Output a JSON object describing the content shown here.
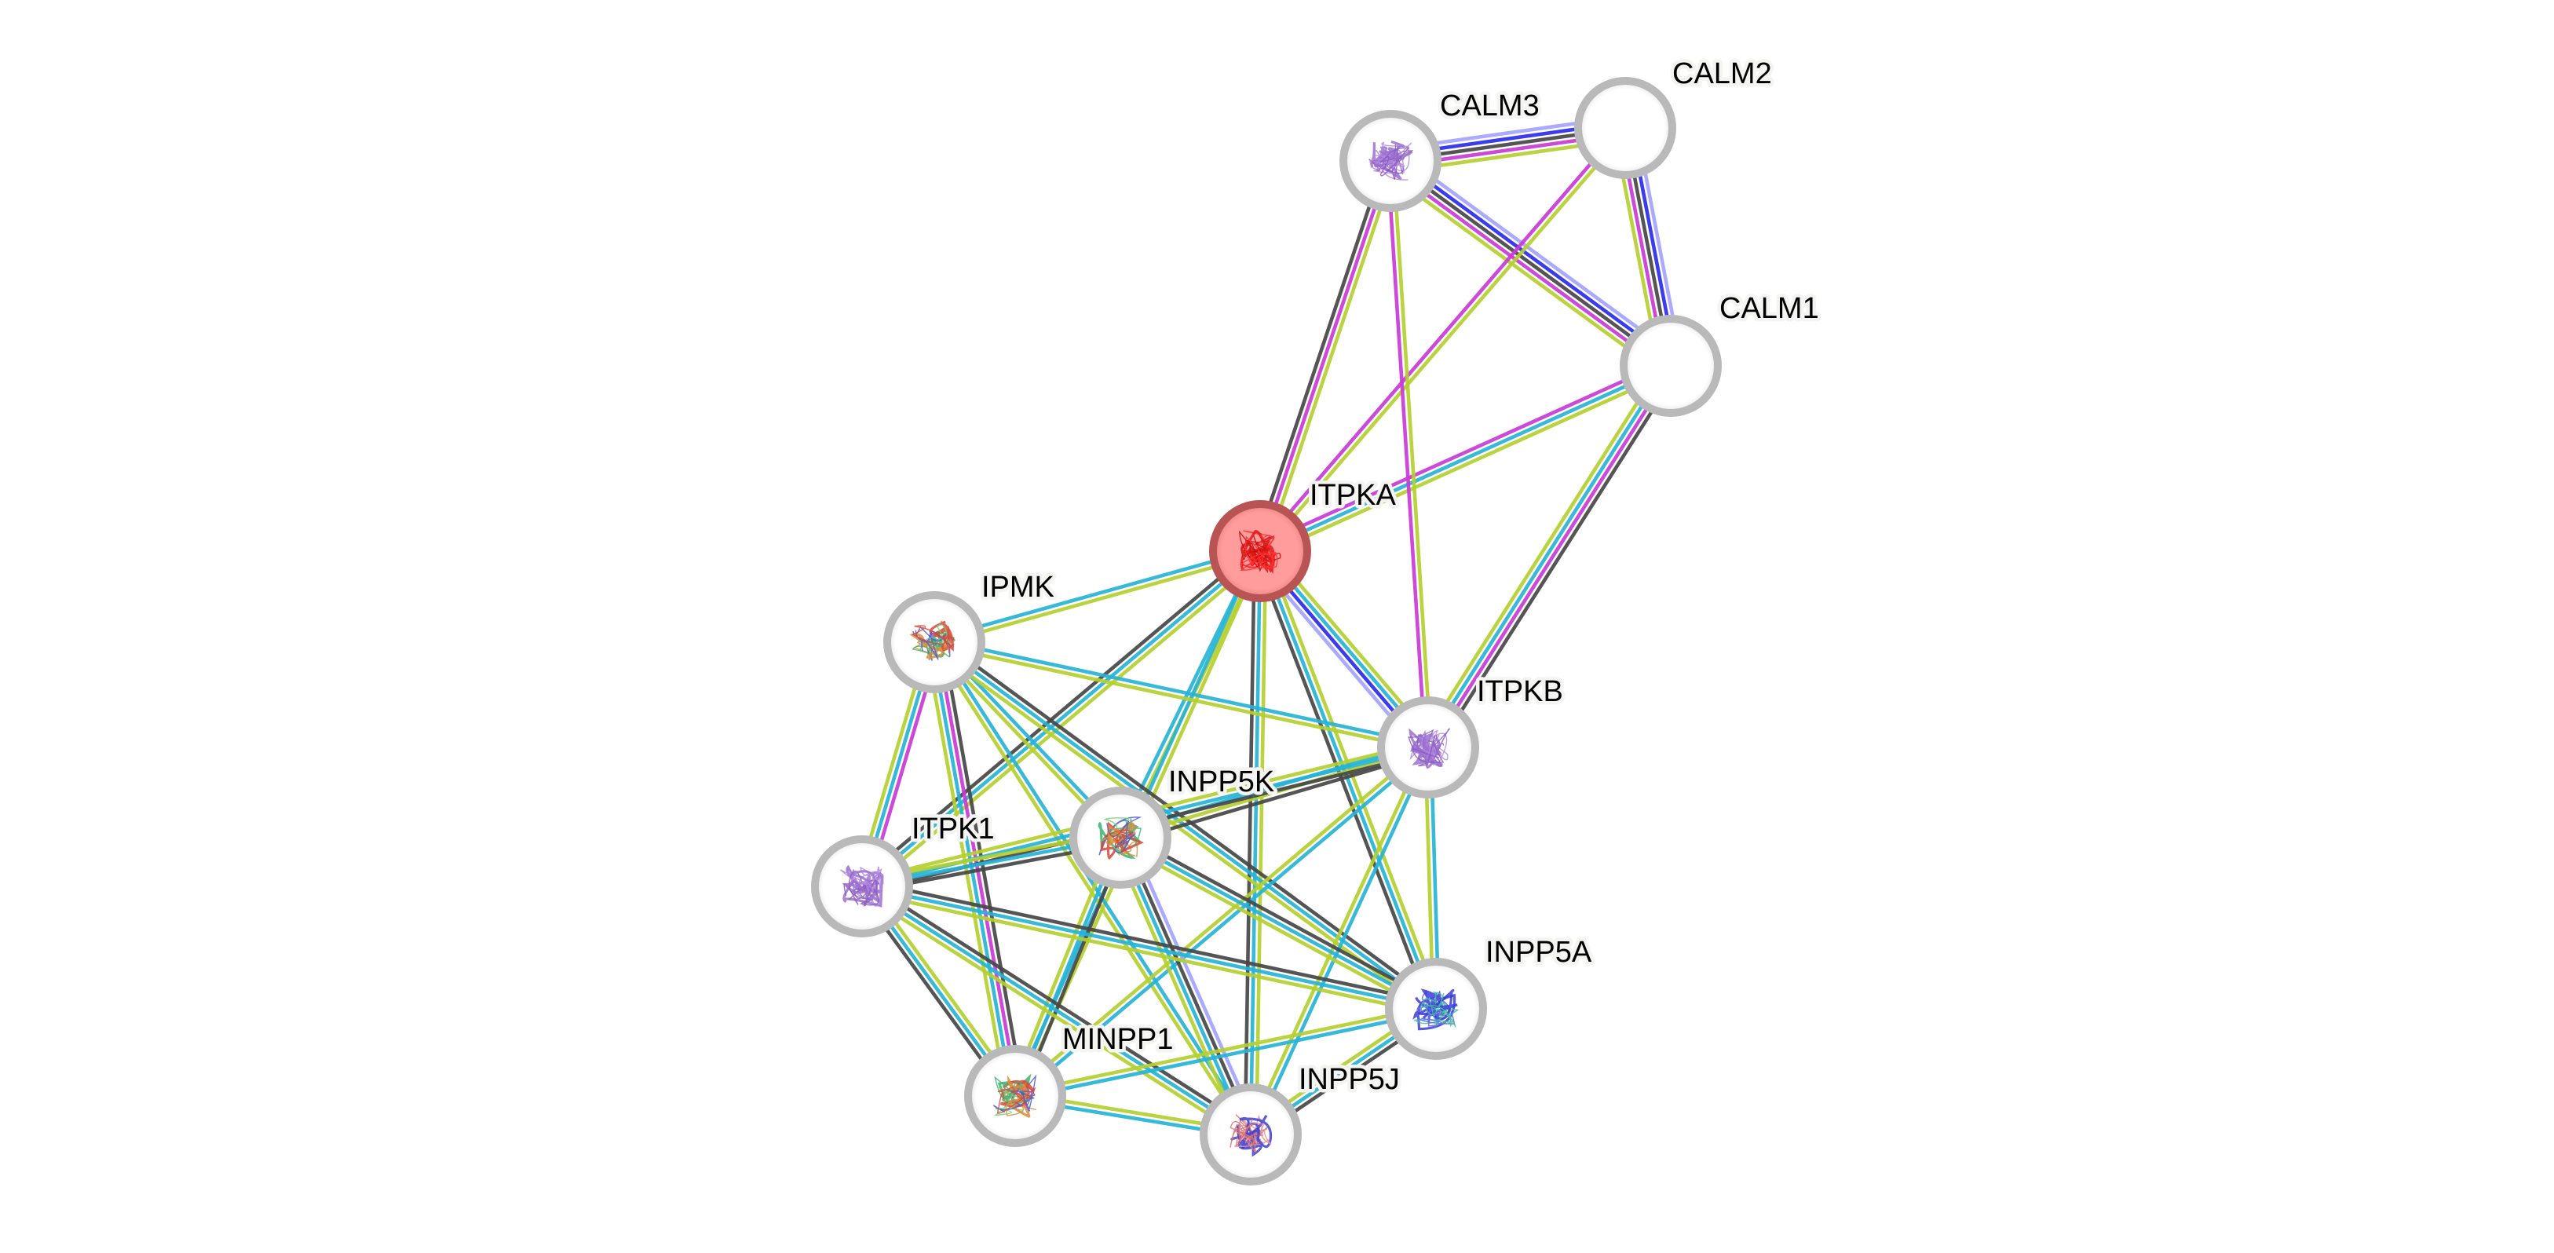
{
  "diagram": {
    "type": "protein-interaction-network",
    "query_protein": "ITPKA",
    "colors": {
      "background": "#ffffff",
      "node_ring": "#b9b9b9",
      "node_fill": "#ffffff",
      "query_node_fill": "#ff9c9c",
      "query_node_ring": "#b85454",
      "label_halo": "#f4f4f0",
      "label_text": "#000000"
    },
    "evidence_colors": {
      "textmining": "#b4cf2e",
      "database": "#26b3d6",
      "experiments": "#c93ad6",
      "coexpression": "#464646",
      "cooccurrence": "#2a2aee",
      "homology": "#a3a3ff"
    },
    "nodes": [
      {
        "id": "ITPKA",
        "label": "ITPKA",
        "query": true,
        "structure_icon": "protein-structure-red"
      },
      {
        "id": "CALM3",
        "label": "CALM3",
        "query": false,
        "structure_icon": "protein-structure-purple"
      },
      {
        "id": "CALM2",
        "label": "CALM2",
        "query": false,
        "structure_icon": "none"
      },
      {
        "id": "CALM1",
        "label": "CALM1",
        "query": false,
        "structure_icon": "none"
      },
      {
        "id": "IPMK",
        "label": "IPMK",
        "query": false,
        "structure_icon": "protein-structure-rainbow"
      },
      {
        "id": "ITPKB",
        "label": "ITPKB",
        "query": false,
        "structure_icon": "protein-structure-purple"
      },
      {
        "id": "INPP5K",
        "label": "INPP5K",
        "query": false,
        "structure_icon": "protein-structure-rainbow"
      },
      {
        "id": "ITPK1",
        "label": "ITPK1",
        "query": false,
        "structure_icon": "protein-structure-purple"
      },
      {
        "id": "INPP5A",
        "label": "INPP5A",
        "query": false,
        "structure_icon": "protein-structure-blue"
      },
      {
        "id": "MINPP1",
        "label": "MINPP1",
        "query": false,
        "structure_icon": "protein-structure-rainbow"
      },
      {
        "id": "INPP5J",
        "label": "INPP5J",
        "query": false,
        "structure_icon": "protein-structure-blue-red"
      }
    ],
    "edges": [
      {
        "source": "CALM3",
        "target": "CALM2",
        "evidence": [
          "homology",
          "cooccurrence",
          "coexpression",
          "experiments",
          "textmining"
        ]
      },
      {
        "source": "CALM3",
        "target": "CALM1",
        "evidence": [
          "homology",
          "cooccurrence",
          "coexpression",
          "experiments",
          "textmining"
        ]
      },
      {
        "source": "CALM2",
        "target": "CALM1",
        "evidence": [
          "homology",
          "cooccurrence",
          "coexpression",
          "experiments",
          "textmining"
        ]
      },
      {
        "source": "ITPKA",
        "target": "CALM3",
        "evidence": [
          "coexpression",
          "experiments",
          "textmining"
        ]
      },
      {
        "source": "ITPKA",
        "target": "CALM2",
        "evidence": [
          "experiments",
          "textmining"
        ]
      },
      {
        "source": "ITPKA",
        "target": "CALM1",
        "evidence": [
          "experiments",
          "database",
          "textmining"
        ]
      },
      {
        "source": "CALM3",
        "target": "ITPKB",
        "evidence": [
          "textmining",
          "experiments"
        ]
      },
      {
        "source": "CALM1",
        "target": "ITPKB",
        "evidence": [
          "coexpression",
          "experiments",
          "database",
          "textmining"
        ]
      },
      {
        "source": "ITPKA",
        "target": "ITPKB",
        "evidence": [
          "textmining",
          "database",
          "cooccurrence",
          "homology"
        ]
      },
      {
        "source": "ITPKA",
        "target": "IPMK",
        "evidence": [
          "textmining",
          "database"
        ]
      },
      {
        "source": "ITPKA",
        "target": "ITPK1",
        "evidence": [
          "textmining",
          "database",
          "coexpression"
        ]
      },
      {
        "source": "ITPKA",
        "target": "INPP5K",
        "evidence": [
          "textmining",
          "database"
        ]
      },
      {
        "source": "ITPKA",
        "target": "MINPP1",
        "evidence": [
          "textmining",
          "database"
        ]
      },
      {
        "source": "ITPKA",
        "target": "INPP5J",
        "evidence": [
          "textmining",
          "database",
          "coexpression"
        ]
      },
      {
        "source": "ITPKA",
        "target": "INPP5A",
        "evidence": [
          "textmining",
          "database",
          "coexpression"
        ]
      },
      {
        "source": "IPMK",
        "target": "ITPKB",
        "evidence": [
          "database",
          "textmining"
        ]
      },
      {
        "source": "IPMK",
        "target": "ITPK1",
        "evidence": [
          "experiments",
          "database",
          "textmining"
        ]
      },
      {
        "source": "IPMK",
        "target": "MINPP1",
        "evidence": [
          "coexpression",
          "experiments",
          "database",
          "textmining"
        ]
      },
      {
        "source": "IPMK",
        "target": "INPP5K",
        "evidence": [
          "database",
          "textmining"
        ]
      },
      {
        "source": "IPMK",
        "target": "INPP5A",
        "evidence": [
          "coexpression",
          "database",
          "textmining"
        ]
      },
      {
        "source": "IPMK",
        "target": "INPP5J",
        "evidence": [
          "database",
          "textmining"
        ]
      },
      {
        "source": "ITPKB",
        "target": "INPP5K",
        "evidence": [
          "coexpression",
          "textmining",
          "database"
        ]
      },
      {
        "source": "ITPKB",
        "target": "ITPK1",
        "evidence": [
          "coexpression",
          "database",
          "textmining"
        ]
      },
      {
        "source": "ITPKB",
        "target": "INPP5A",
        "evidence": [
          "database",
          "textmining"
        ]
      },
      {
        "source": "ITPKB",
        "target": "INPP5J",
        "evidence": [
          "database",
          "textmining"
        ]
      },
      {
        "source": "ITPKB",
        "target": "MINPP1",
        "evidence": [
          "database",
          "textmining"
        ]
      },
      {
        "source": "INPP5K",
        "target": "ITPK1",
        "evidence": [
          "coexpression",
          "database",
          "textmining"
        ]
      },
      {
        "source": "INPP5K",
        "target": "MINPP1",
        "evidence": [
          "coexpression",
          "database",
          "textmining"
        ]
      },
      {
        "source": "INPP5K",
        "target": "INPP5A",
        "evidence": [
          "coexpression",
          "database",
          "textmining"
        ]
      },
      {
        "source": "INPP5K",
        "target": "INPP5J",
        "evidence": [
          "homology",
          "coexpression",
          "database",
          "textmining"
        ]
      },
      {
        "source": "ITPK1",
        "target": "MINPP1",
        "evidence": [
          "textmining",
          "database",
          "coexpression"
        ]
      },
      {
        "source": "ITPK1",
        "target": "INPP5A",
        "evidence": [
          "coexpression",
          "database",
          "textmining"
        ]
      },
      {
        "source": "ITPK1",
        "target": "INPP5J",
        "evidence": [
          "coexpression",
          "database",
          "textmining"
        ]
      },
      {
        "source": "MINPP1",
        "target": "INPP5A",
        "evidence": [
          "textmining",
          "database"
        ]
      },
      {
        "source": "MINPP1",
        "target": "INPP5J",
        "evidence": [
          "textmining",
          "database"
        ]
      },
      {
        "source": "INPP5A",
        "target": "INPP5J",
        "evidence": [
          "coexpression",
          "database",
          "textmining"
        ]
      }
    ]
  }
}
